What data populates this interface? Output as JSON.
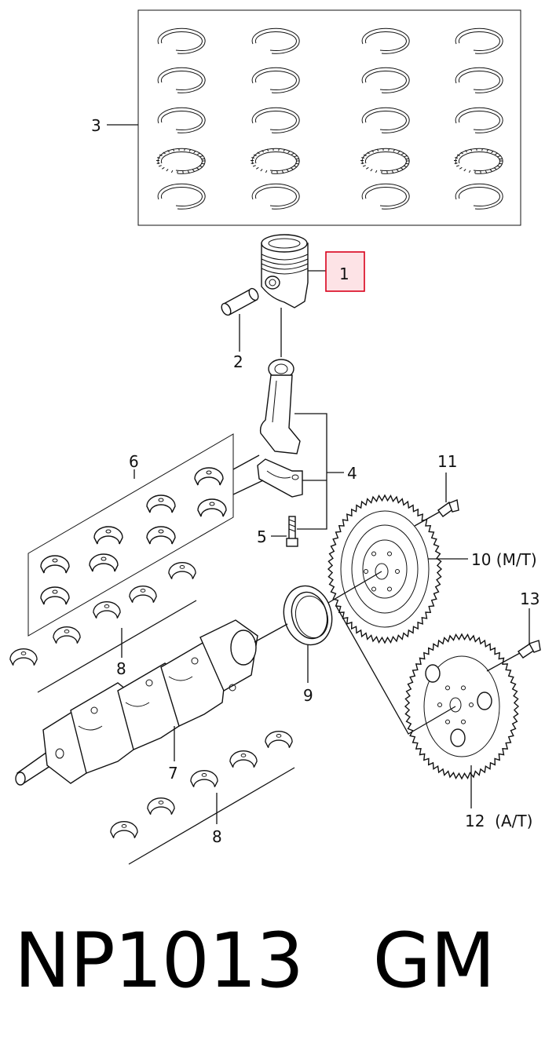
{
  "diagram": {
    "callouts": [
      {
        "id": "1",
        "label": "1",
        "highlighted": true
      },
      {
        "id": "2",
        "label": "2"
      },
      {
        "id": "3",
        "label": "3"
      },
      {
        "id": "4",
        "label": "4"
      },
      {
        "id": "5",
        "label": "5"
      },
      {
        "id": "6",
        "label": "6"
      },
      {
        "id": "7",
        "label": "7"
      },
      {
        "id": "8a",
        "label": "8"
      },
      {
        "id": "8b",
        "label": "8"
      },
      {
        "id": "9",
        "label": "9"
      },
      {
        "id": "10",
        "label": "10 (M/T)"
      },
      {
        "id": "11",
        "label": "11"
      },
      {
        "id": "12",
        "label": "12  (A/T)"
      },
      {
        "id": "13",
        "label": "13"
      }
    ],
    "highlight_color": "#d9001b",
    "highlight_fill": "#fde3e6"
  },
  "footer": {
    "part_code": "NP1013   GM"
  }
}
